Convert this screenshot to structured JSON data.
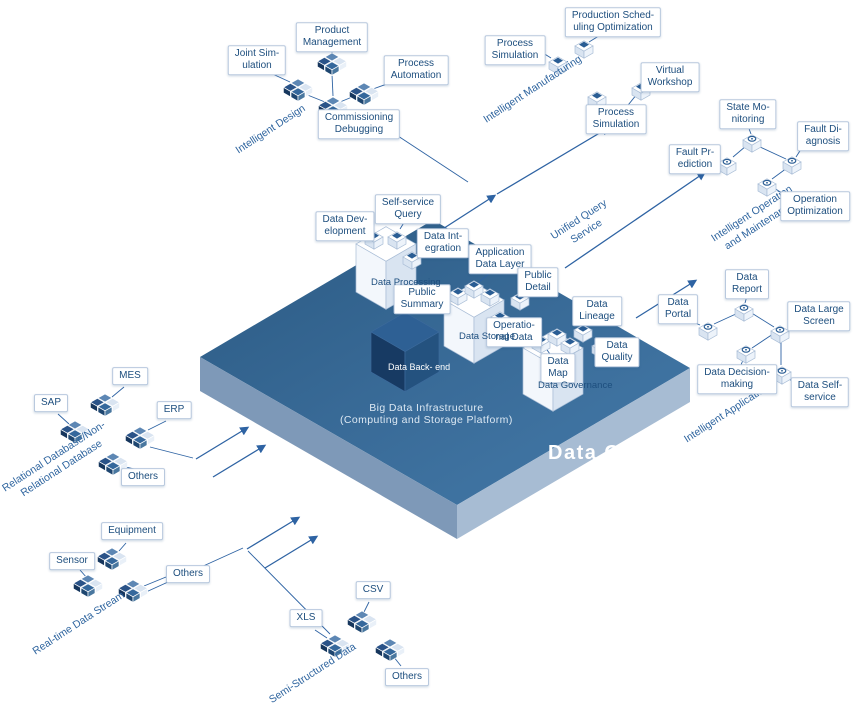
{
  "platform": {
    "name": "Data Center",
    "infrastructure": [
      "Big Data Infrastructure",
      "(Computing and Storage Platform)"
    ],
    "cubes": {
      "processing": [
        "Data",
        "Processing"
      ],
      "storage": [
        "Data",
        "Storage"
      ],
      "governance": [
        "Data",
        "Governance"
      ],
      "backend": [
        "Data",
        "Back-",
        "end"
      ]
    },
    "items": {
      "data_development": [
        "Data Dev-",
        "elopment"
      ],
      "self_service_query": [
        "Self-service",
        "Query"
      ],
      "data_integration": [
        "Data Int-",
        "egration"
      ],
      "application_data_layer": [
        "Application",
        "Data Layer"
      ],
      "public_detail": [
        "Public",
        "Detail"
      ],
      "public_summary": [
        "Public",
        "Summary"
      ],
      "operational_data": [
        "Operatio-",
        "nal Data"
      ],
      "data_lineage": [
        "Data",
        "Lineage"
      ],
      "data_quality": [
        "Data",
        "Quality"
      ],
      "data_map": [
        "Data",
        "Map"
      ]
    }
  },
  "flows": {
    "unified_query_service": [
      "Unified Query",
      "Service"
    ]
  },
  "clusters": {
    "intelligent_design": {
      "label": "Intelligent Design",
      "items": {
        "product_management": [
          "Product",
          "Management"
        ],
        "joint_simulation": [
          "Joint Sim-",
          "ulation"
        ],
        "process_automation": [
          "Process",
          "Automation"
        ],
        "commissioning_debugging": [
          "Commissioning",
          "Debugging"
        ]
      }
    },
    "intelligent_manufacturing": {
      "label": "Intelligent Manufacturing",
      "items": {
        "production_scheduling_optimization": [
          "Production Sched-",
          "uling Optimization"
        ],
        "process_simulation_1": [
          "Process",
          "Simulation"
        ],
        "virtual_workshop": [
          "Virtual",
          "Workshop"
        ],
        "process_simulation_2": [
          "Process",
          "Simulation"
        ]
      }
    },
    "intelligent_operation_maintenance": {
      "label": [
        "Intelligent Operation",
        "and Maintenance"
      ],
      "items": {
        "state_monitoring": [
          "State Mo-",
          "nitoring"
        ],
        "fault_diagnosis": [
          "Fault Di-",
          "agnosis"
        ],
        "fault_prediction": [
          "Fault Pr-",
          "ediction"
        ],
        "operation_optimization": [
          "Operation",
          "Optimization"
        ]
      }
    },
    "intelligent_application": {
      "label": "Intelligent Application",
      "items": {
        "data_report": [
          "Data",
          "Report"
        ],
        "data_large_screen": [
          "Data Large",
          "Screen"
        ],
        "data_portal": [
          "Data",
          "Portal"
        ],
        "data_decision_making": [
          "Data Decision-",
          "making"
        ],
        "data_self_service": [
          "Data Self-",
          "service"
        ]
      }
    }
  },
  "sources": {
    "relational": {
      "label": [
        "Relational Database/Non-",
        "Relational Database"
      ],
      "items": {
        "mes": "MES",
        "sap": "SAP",
        "erp": "ERP",
        "others": "Others"
      }
    },
    "realtime": {
      "label": "Real-time Data Stream",
      "items": {
        "equipment": "Equipment",
        "sensor": "Sensor",
        "others": "Others"
      }
    },
    "semi_structured": {
      "label": "Semi-Structured Data",
      "items": {
        "xls": "XLS",
        "csv": "CSV",
        "others": "Others"
      }
    }
  },
  "colors": {
    "accent": "#2e63a3",
    "label_text": "#1d4e7e",
    "label_border": "#b9c9de",
    "platform_top_dark": "#2b5a83",
    "platform_top_light": "#447aa9",
    "platform_side_sw": "#7e99b8",
    "platform_side_se": "#a7bcd3",
    "backend_cube": "#173a63"
  },
  "icons": {
    "source-cluster-icon": "four-isometric-cubes",
    "module-icon": "isometric-cube-with-diamond-glyph",
    "application-icon": "isometric-cube-with-ring-glyph"
  }
}
